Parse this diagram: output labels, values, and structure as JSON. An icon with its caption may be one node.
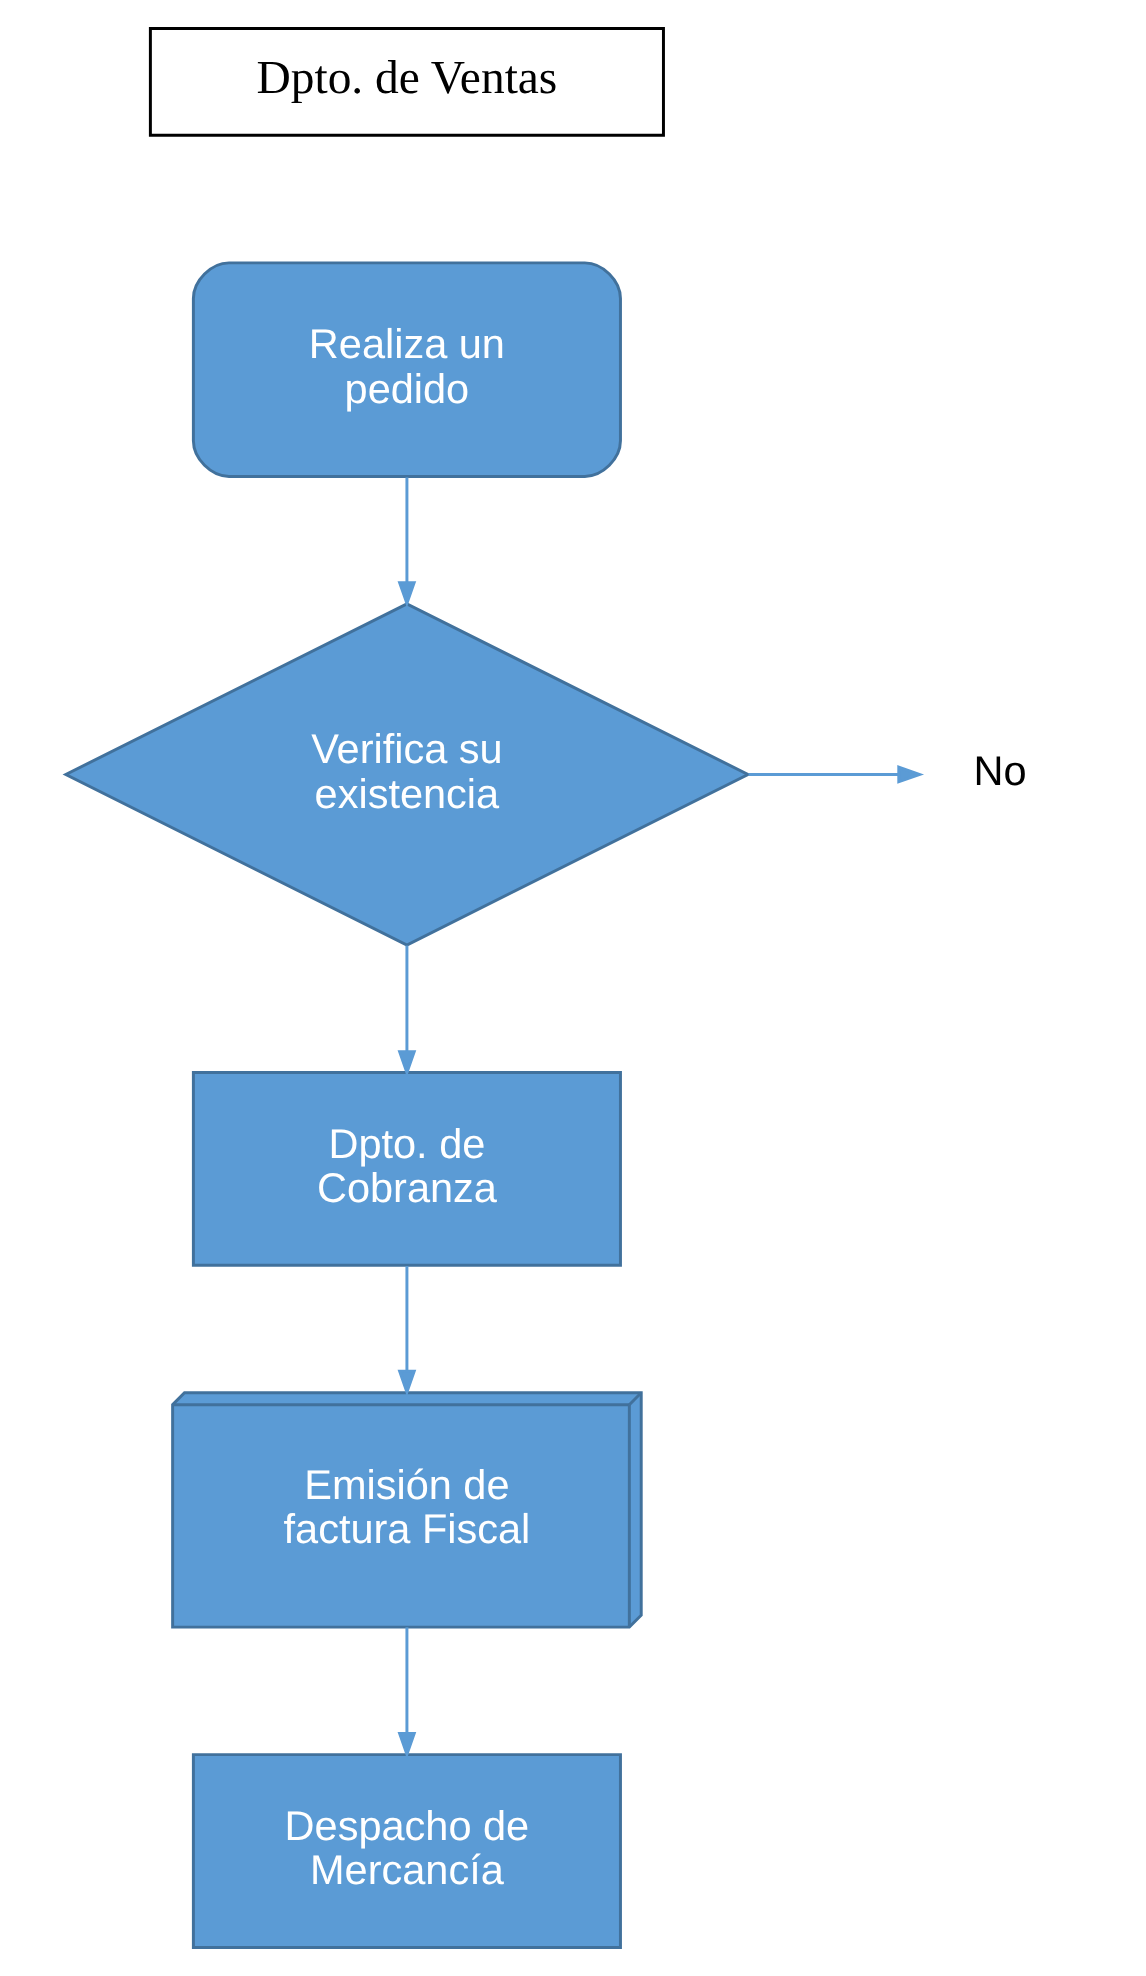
{
  "diagram": {
    "nodes": [
      {
        "text": [
          "Dpto. de Ventas"
        ]
      },
      {
        "text": [
          "Realiza un pedido"
        ]
      },
      {
        "text": [
          "Verifica su existencia"
        ]
      },
      {
        "text": [
          "No"
        ]
      },
      {
        "text": [
          "Dpto. de Cobranza"
        ]
      },
      {
        "text": [
          "Emisión de factura Fiscal"
        ]
      },
      {
        "text": [
          "Despacho de Mercancía"
        ]
      }
    ],
    "edges": [
      {
        "from": 1,
        "to": 2,
        "arrow": "to"
      },
      {
        "from": 2,
        "to": 3,
        "arrow": "to"
      },
      {
        "from": 2,
        "to": 4,
        "arrow": "to"
      },
      {
        "from": 4,
        "to": 5,
        "arrow": "to"
      },
      {
        "from": 5,
        "to": 6,
        "arrow": "to"
      }
    ]
  }
}
